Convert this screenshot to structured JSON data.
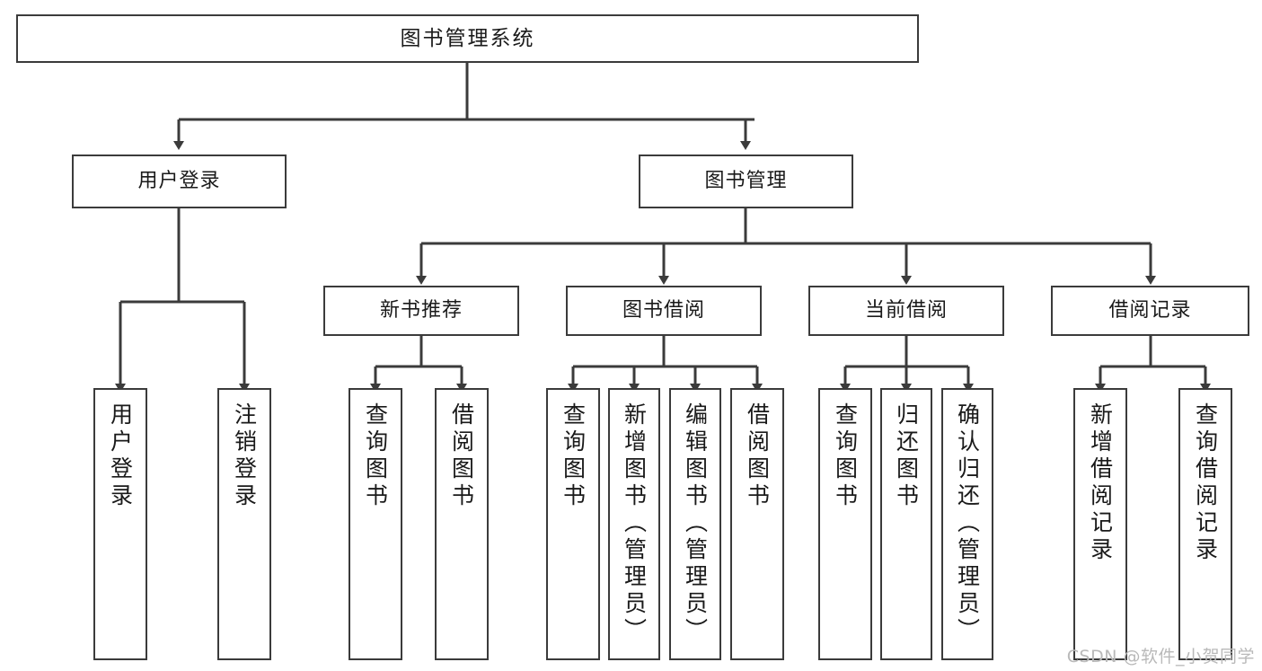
{
  "diagram": {
    "title": "图书管理系统",
    "type": "tree-hierarchy-chart",
    "stroke_color": "#3b3b3b",
    "fill_color": "#ffffff",
    "text_color": "#1a1a1a"
  },
  "root": {
    "label": "图书管理系统"
  },
  "level2": [
    {
      "label": "用户登录"
    },
    {
      "label": "图书管理"
    }
  ],
  "level3": [
    {
      "label": "新书推荐"
    },
    {
      "label": "图书借阅"
    },
    {
      "label": "当前借阅"
    },
    {
      "label": "借阅记录"
    }
  ],
  "leaves": {
    "user_login": [
      {
        "label": "用户登录"
      },
      {
        "label": "注销登录"
      }
    ],
    "new_book_recommend": [
      {
        "label": "查询图书"
      },
      {
        "label": "借阅图书"
      }
    ],
    "book_borrow": [
      {
        "label": "查询图书"
      },
      {
        "label": "新增图书（管理员）"
      },
      {
        "label": "编辑图书（管理员）"
      },
      {
        "label": "借阅图书"
      }
    ],
    "current_borrow": [
      {
        "label": "查询图书"
      },
      {
        "label": "归还图书"
      },
      {
        "label": "确认归还（管理员）"
      }
    ],
    "borrow_record": [
      {
        "label": "新增借阅记录"
      },
      {
        "label": "查询借阅记录"
      }
    ]
  },
  "watermark": {
    "text": "CSDN @软件_小贺同学"
  }
}
